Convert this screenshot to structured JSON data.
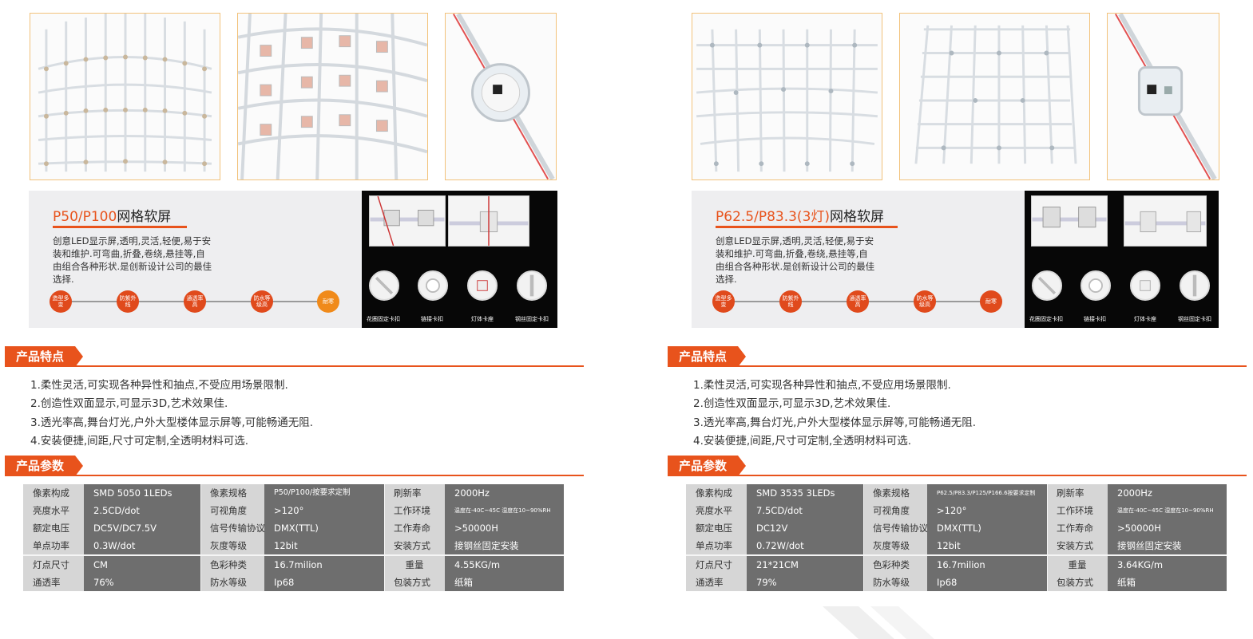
{
  "colors": {
    "accent": "#e8531c",
    "accent_orange": "#f08a1a",
    "photo_border": "#f2c27a",
    "table_bg": "#6e6e6e",
    "label_bg": "#d6d6d6"
  },
  "left": {
    "intro": {
      "model": "P50/P100",
      "name": "网格软屏",
      "description": "创意LED显示屏,透明,灵活,轻便,易于安装和维护.可弯曲,折叠,卷绕,悬挂等,自由组合各种形状.是创新设计公司的最佳选择.",
      "features": [
        "造型多变",
        "防紫外线",
        "通透率高",
        "防水等级高",
        "耐寒"
      ]
    },
    "accessories": [
      "花圈固定卡扣",
      "链接卡扣",
      "灯体卡座",
      "钢丝固定卡扣"
    ],
    "features_header": "产品特点",
    "feature_list": [
      "1.柔性灵活,可实现各种异性和抽点,不受应用场景限制.",
      "2.创造性双面显示,可显示3D,艺术效果佳.",
      "3.透光率高,舞台灯光,户外大型楼体显示屏等,可能畅通无阻.",
      "4.安装便捷,间距,尺寸可定制,全透明材料可选."
    ],
    "params_header": "产品参数",
    "specs": [
      [
        "像素构成",
        "SMD 5050 1LEDs",
        "像素规格",
        "P50/P100/按要求定制",
        "刷新率",
        "2000Hz"
      ],
      [
        "亮度水平",
        "2.5CD/dot",
        "可视角度",
        ">120°",
        "工作环境",
        "温度在-40C~45C 湿度在10~90%RH"
      ],
      [
        "额定电压",
        "DC5V/DC7.5V",
        "信号传输协议",
        "DMX(TTL)",
        "工作寿命",
        ">50000H"
      ],
      [
        "单点功率",
        "0.3W/dot",
        "灰度等级",
        "12bit",
        "安装方式",
        "接钢丝固定安装"
      ],
      [
        "灯点尺寸",
        "CM",
        "色彩种类",
        "16.7milion",
        "重量",
        "4.55KG/m"
      ],
      [
        "通透率",
        "76%",
        "防水等级",
        "Ip68",
        "包装方式",
        "纸箱"
      ]
    ]
  },
  "right": {
    "intro": {
      "model": "P62.5/P83.3(3灯)",
      "name": "网格软屏",
      "description": "创意LED显示屏,透明,灵活,轻便,易于安装和维护.可弯曲,折叠,卷绕,悬挂等,自由组合各种形状.是创新设计公司的最佳选择.",
      "features": [
        "造型多变",
        "防紫外线",
        "通透率高",
        "防水等级高",
        "耐寒"
      ]
    },
    "accessories": [
      "花圈固定卡扣",
      "链接卡扣",
      "灯体卡座",
      "钢丝固定卡扣"
    ],
    "features_header": "产品特点",
    "feature_list": [
      "1.柔性灵活,可实现各种异性和抽点,不受应用场景限制.",
      "2.创造性双面显示,可显示3D,艺术效果佳.",
      "3.透光率高,舞台灯光,户外大型楼体显示屏等,可能畅通无阻.",
      "4.安装便捷,间距,尺寸可定制,全透明材料可选."
    ],
    "params_header": "产品参数",
    "specs": [
      [
        "像素构成",
        "SMD 3535 3LEDs",
        "像素规格",
        "P62.5/P83.3/P125/P166.6按要求定制",
        "刷新率",
        "2000Hz"
      ],
      [
        "亮度水平",
        "7.5CD/dot",
        "可视角度",
        ">120°",
        "工作环境",
        "温度在-40C~45C 湿度在10~90%RH"
      ],
      [
        "额定电压",
        "DC12V",
        "信号传输协议",
        "DMX(TTL)",
        "工作寿命",
        ">50000H"
      ],
      [
        "单点功率",
        "0.72W/dot",
        "灰度等级",
        "12bit",
        "安装方式",
        "接钢丝固定安装"
      ],
      [
        "灯点尺寸",
        "21*21CM",
        "色彩种类",
        "16.7milion",
        "重量",
        "3.64KG/m"
      ],
      [
        "通透率",
        "79%",
        "防水等级",
        "Ip68",
        "包装方式",
        "纸箱"
      ]
    ]
  }
}
